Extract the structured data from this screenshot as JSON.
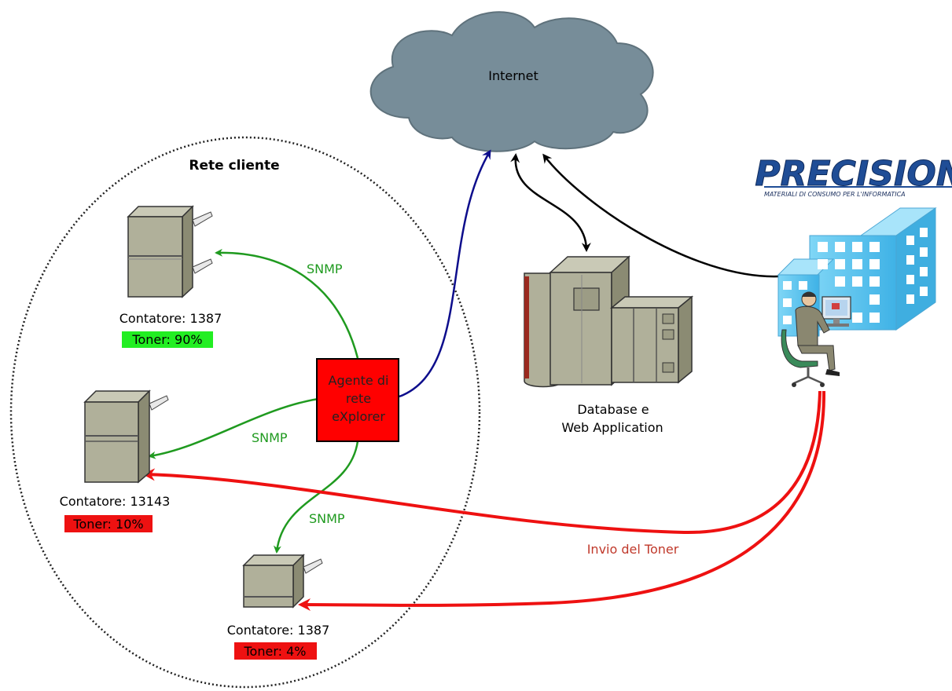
{
  "cloud": {
    "label": "Internet"
  },
  "network": {
    "title": "Rete cliente"
  },
  "printers": [
    {
      "counter": "Contatore: 1387",
      "toner": "Toner: 90%",
      "toner_color": "#22ee22"
    },
    {
      "counter": "Contatore: 13143",
      "toner": "Toner: 10%",
      "toner_color": "#ee1111"
    },
    {
      "counter": "Contatore: 1387",
      "toner": "Toner: 4%",
      "toner_color": "#ee1111"
    }
  ],
  "agent": {
    "line1": "Agente di",
    "line2": "rete",
    "line3": "eXplorer",
    "color": "#ff0000"
  },
  "snmp": {
    "label1": "SNMP",
    "label2": "SNMP",
    "label3": "SNMP",
    "color": "#1f9a1f"
  },
  "server": {
    "line1": "Database e",
    "line2": "Web Application"
  },
  "delivery": {
    "label": "Invio del Toner",
    "color": "#ee1111"
  },
  "logo": {
    "brand": "PRECISION",
    "tagline": "MATERIALI DI CONSUMO PER L'INFORMATICA"
  },
  "colors": {
    "cloud": "#778d99",
    "link_blue": "#0d0d8c",
    "building": "#5cc8f0"
  }
}
